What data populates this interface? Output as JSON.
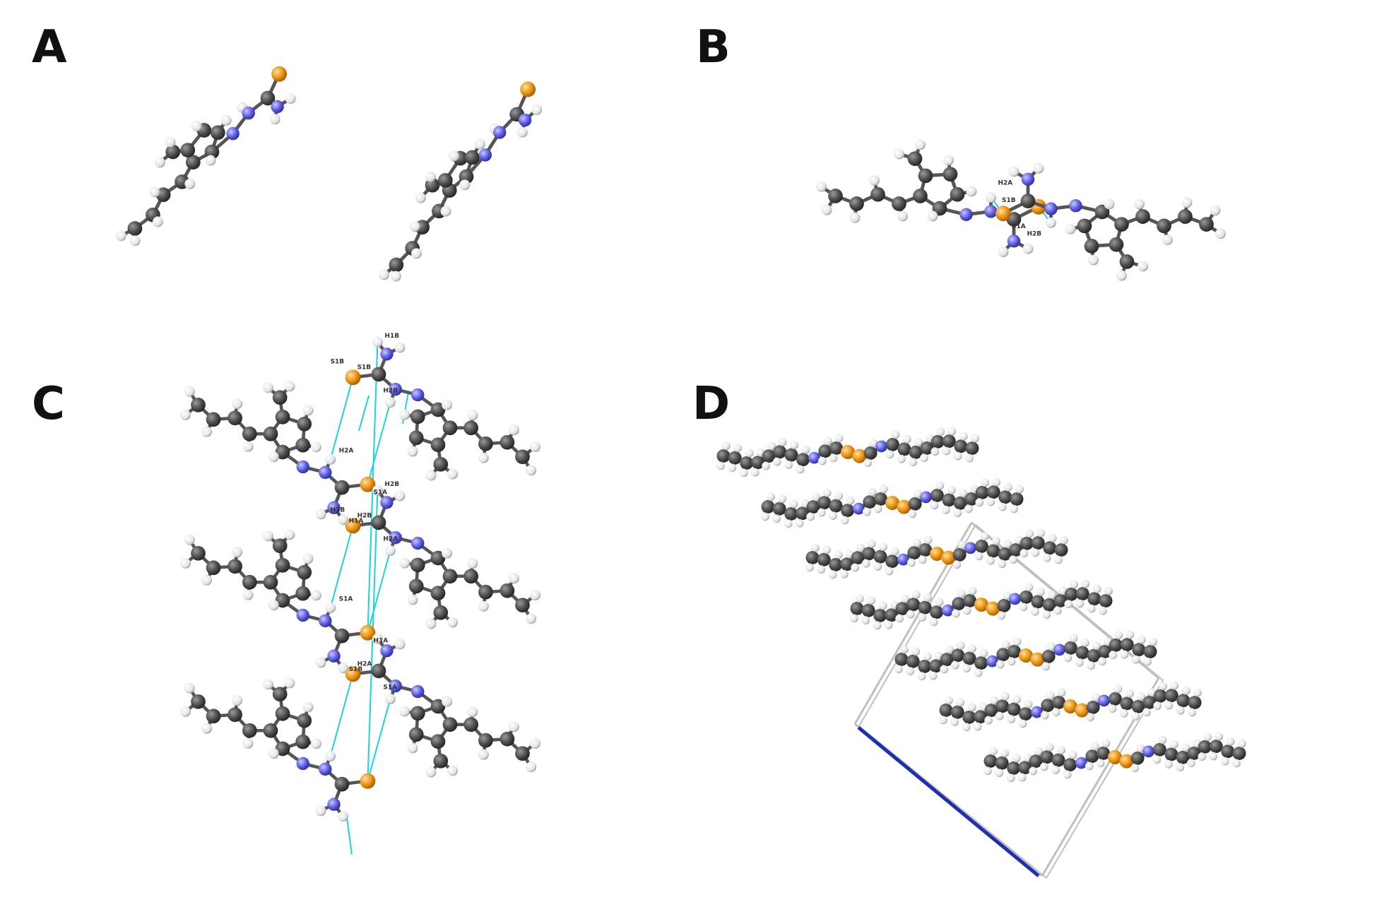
{
  "panels": [
    {
      "letter": "A"
    },
    {
      "letter": "B"
    },
    {
      "letter": "C"
    },
    {
      "letter": "D"
    }
  ],
  "atom_labels": {
    "b": [
      "H2A",
      "S1A",
      "H2B",
      "S1B"
    ],
    "c": [
      "S1B",
      "H2B",
      "H2A",
      "S1A",
      "H1A",
      "S1B",
      "H1B",
      "H2B",
      "H2A",
      "S1A",
      "H1A",
      "S1B",
      "H1B",
      "H2B",
      "H2A",
      "S1A"
    ]
  },
  "colors": {
    "carbon": "#4a4a4a",
    "hydrogen": "#f2f2f2",
    "nitrogen": "#6464e6",
    "sulfur": "#e8900c",
    "hbond": "#19d3e0",
    "cell_edge": "#bfbfbf",
    "cell_axis": "#1f2fb0"
  }
}
